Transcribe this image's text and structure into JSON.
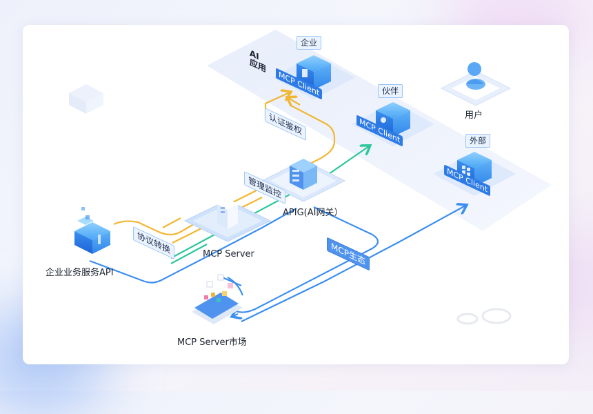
{
  "nodes": {
    "ai_app": "AI\n应用",
    "enterprise": "企业",
    "partner": "伙伴",
    "external": "外部",
    "user": "用户",
    "mcp_client": "MCP Client",
    "apig": "APIG(AI网关）",
    "mcp_server": "MCP Server",
    "enterprise_api": "企业业务服务API",
    "market": "MCP Server市场"
  },
  "tags": {
    "auth": "认证鉴权",
    "manage": "管理监控",
    "protocol": "协议转换",
    "ecosystem": "MCP生态"
  },
  "colors": {
    "yellow_flow": "#f2b632",
    "blue_flow": "#3b8ef0",
    "green_flow": "#2cc79a",
    "tag_blue": "#4f93ee"
  }
}
